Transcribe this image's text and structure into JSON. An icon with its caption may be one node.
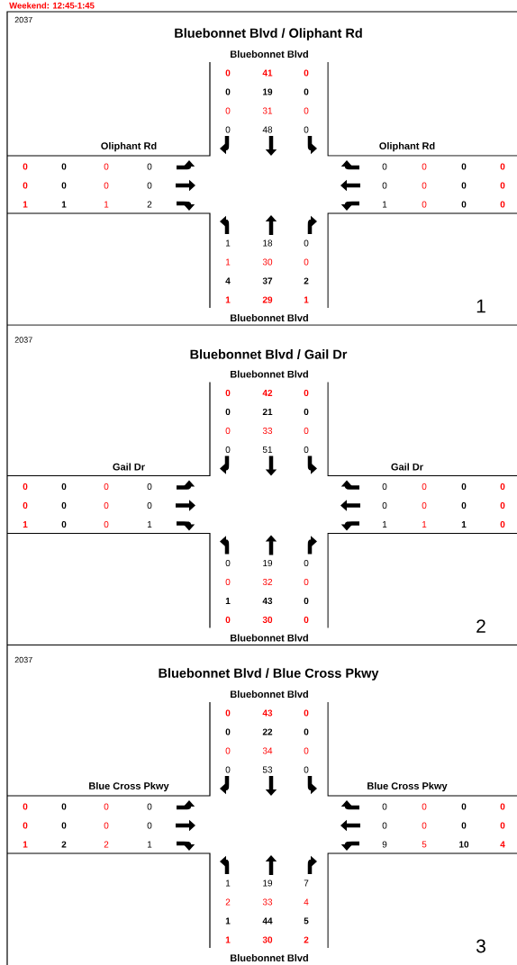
{
  "diagram": {
    "title": "Weekend: 12:45-1:45",
    "labels": [
      "2037",
      "Bluebonnet Blvd / Oliphant Rd",
      "Bluebonnet Blvd",
      "0",
      "41",
      "0",
      "0",
      "19",
      "0",
      "0",
      "31",
      "0",
      "0",
      "48",
      "0",
      "Oliphant Rd",
      "Oliphant Rd",
      "0",
      "0",
      "0",
      "0",
      "0",
      "0",
      "0",
      "0",
      "0",
      "0",
      "0",
      "0",
      "0",
      "0",
      "0",
      "0",
      "1",
      "1",
      "1",
      "2",
      "1",
      "0",
      "0",
      "0",
      "1",
      "18",
      "0",
      "1",
      "30",
      "0",
      "4",
      "37",
      "2",
      "1",
      "29",
      "1",
      "Bluebonnet Blvd",
      "1",
      "2037",
      "Bluebonnet Blvd / Gail Dr",
      "Bluebonnet Blvd",
      "0",
      "42",
      "0",
      "0",
      "21",
      "0",
      "0",
      "33",
      "0",
      "0",
      "51",
      "0",
      "Gail Dr",
      "Gail Dr",
      "0",
      "0",
      "0",
      "0",
      "0",
      "0",
      "0",
      "0",
      "0",
      "0",
      "0",
      "0",
      "0",
      "0",
      "0",
      "0",
      "1",
      "0",
      "0",
      "1",
      "1",
      "1",
      "1",
      "0",
      "0",
      "19",
      "0",
      "0",
      "32",
      "0",
      "1",
      "43",
      "0",
      "0",
      "30",
      "0",
      "Bluebonnet Blvd",
      "2",
      "2037",
      "Bluebonnet Blvd / Blue Cross Pkwy",
      "Bluebonnet Blvd",
      "0",
      "43",
      "0",
      "0",
      "22",
      "0",
      "0",
      "34",
      "0",
      "0",
      "53",
      "0",
      "Blue Cross Pkwy",
      "Blue Cross Pkwy",
      "0",
      "0",
      "0",
      "0",
      "0",
      "0",
      "0",
      "0",
      "0",
      "0",
      "0",
      "0",
      "0",
      "0",
      "0",
      "0",
      "1",
      "2",
      "2",
      "1",
      "9",
      "5",
      "10",
      "4",
      "1",
      "19",
      "7",
      "2",
      "33",
      "4",
      "1",
      "44",
      "5",
      "1",
      "30",
      "2",
      "Bluebonnet Blvd",
      "3"
    ]
  }
}
